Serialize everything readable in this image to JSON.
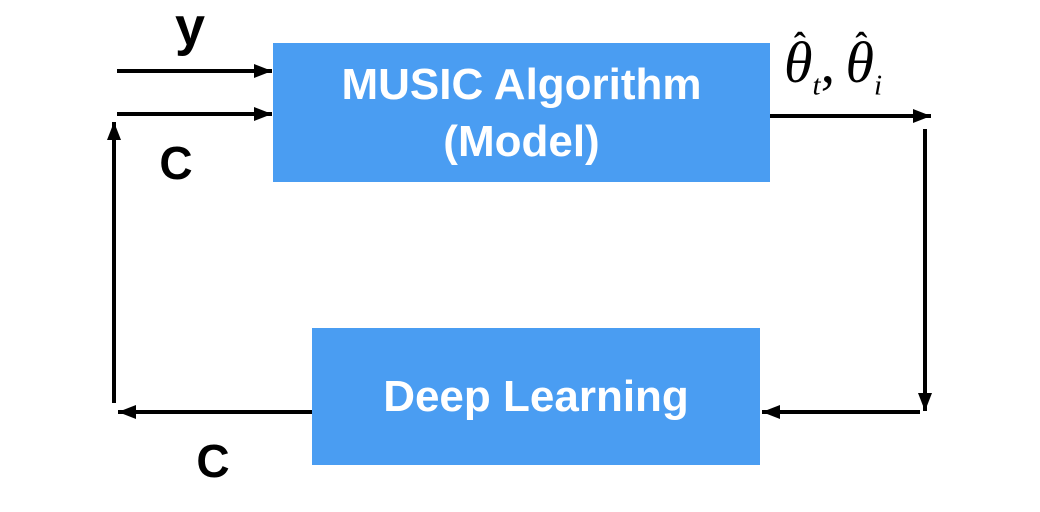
{
  "colors": {
    "background": "#ffffff",
    "box_fill": "#4a9df2",
    "box_text": "#ffffff",
    "ink": "#000000"
  },
  "boxes": {
    "music": {
      "line1": "MUSIC Algorithm",
      "line2": "(Model)"
    },
    "deep_learning": {
      "label": "Deep Learning"
    }
  },
  "labels": {
    "input_y": "y",
    "feedback_c_top": "C",
    "feedback_c_bottom": "C",
    "output": {
      "theta": "θ",
      "hat": "ˆ",
      "sub_t": "t",
      "comma": ",",
      "sub_i": "i"
    }
  }
}
